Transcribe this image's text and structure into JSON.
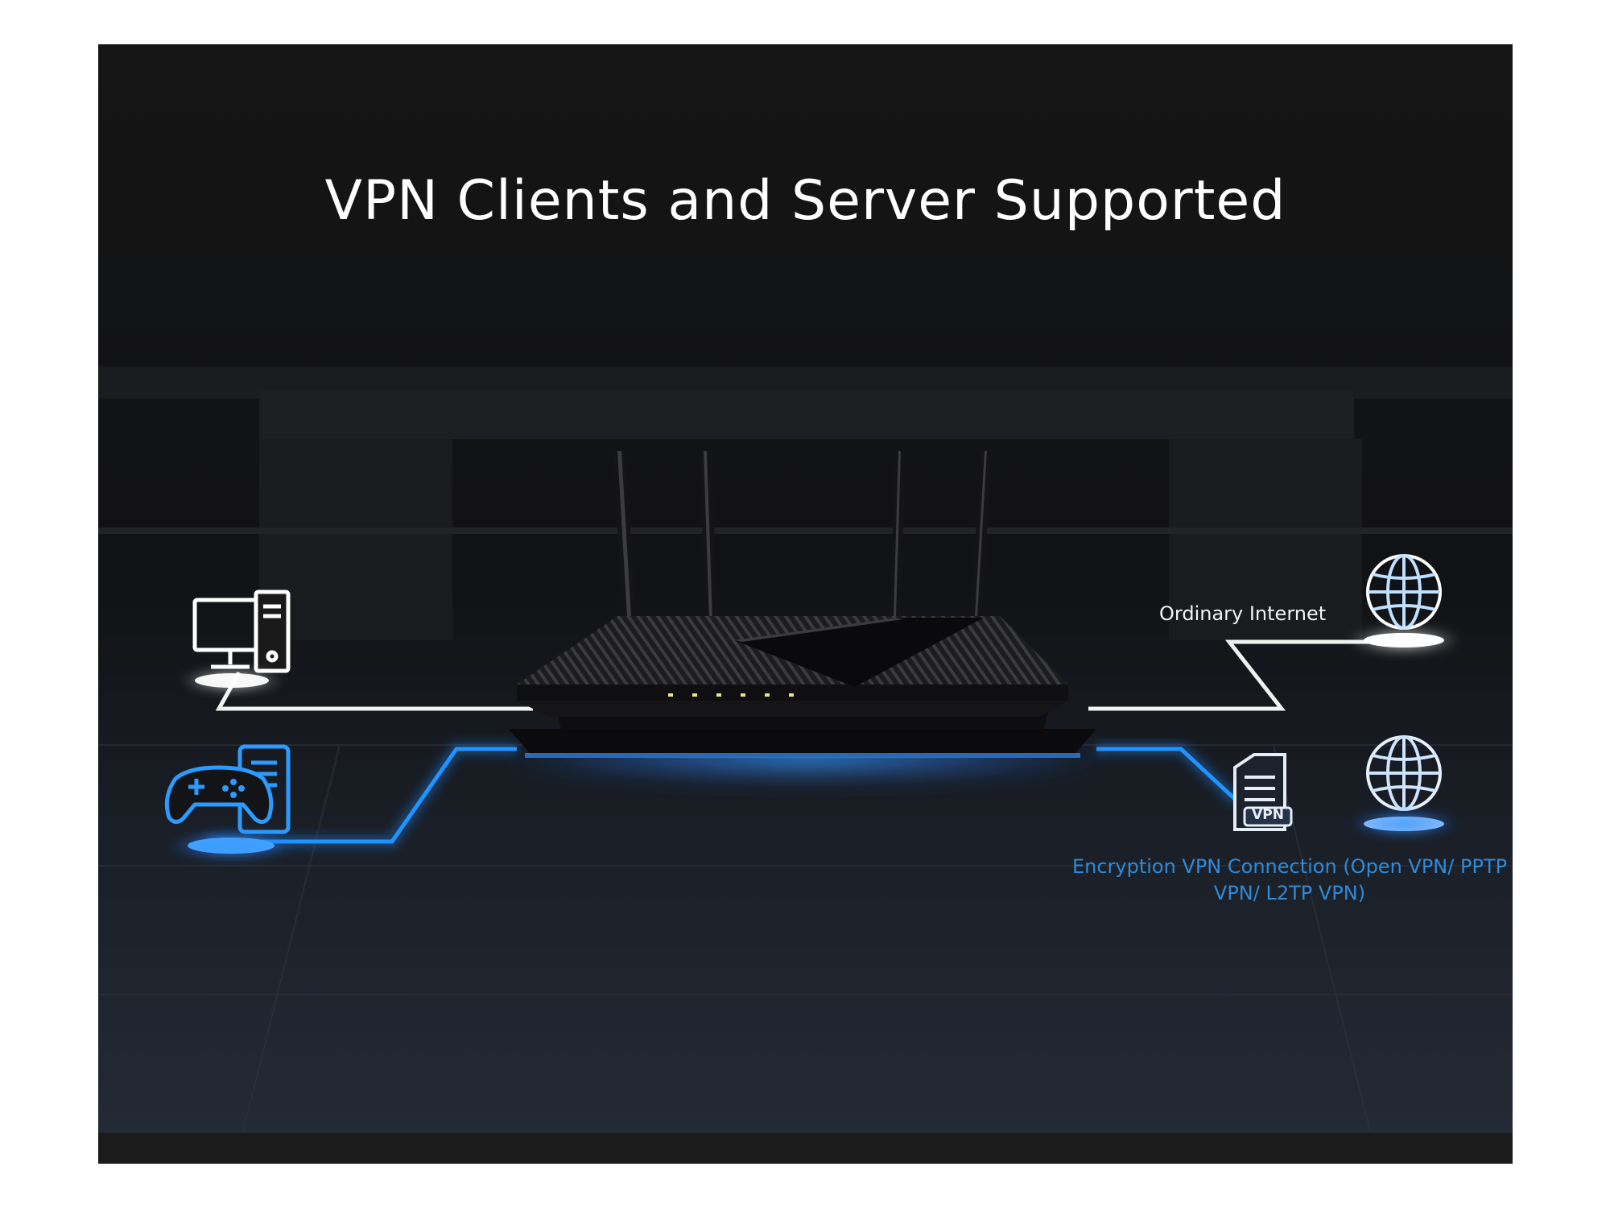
{
  "headline": "VPN Clients and Server Supported",
  "labels": {
    "ordinary_internet": "Ordinary Internet",
    "vpn_connection": "Encryption VPN Connection (Open VPN/ PPTP VPN/ L2TP VPN)",
    "vpn_badge": "VPN"
  },
  "icons": [
    "desktop-computer-icon",
    "gamepad-icon",
    "server-icon",
    "vpn-server-icon",
    "globe-icon",
    "router-image"
  ],
  "colors": {
    "background": "#141414",
    "text": "#ffffff",
    "ordinary_line": "#f2f2f2",
    "vpn_line": "#1a8cff",
    "vpn_text": "#2f8ad8"
  }
}
